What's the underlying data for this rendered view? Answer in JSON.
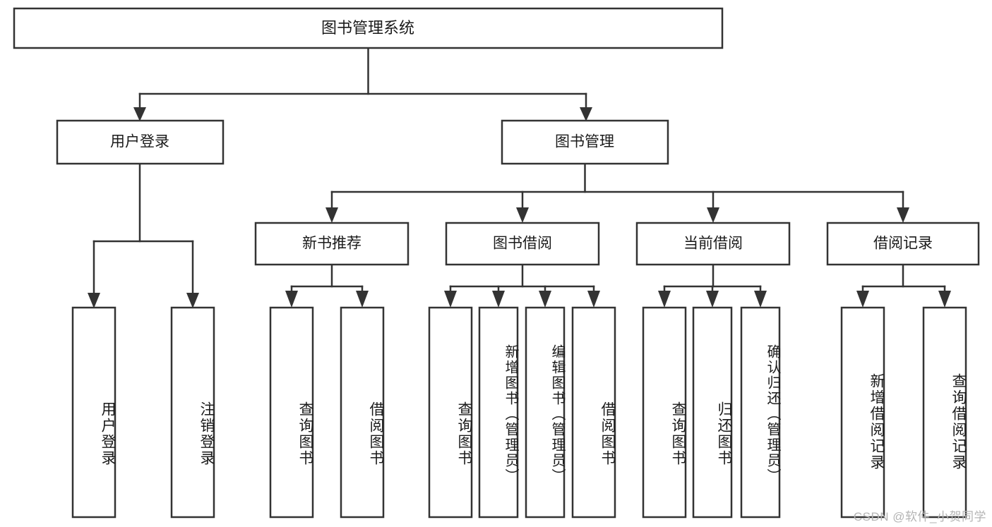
{
  "diagram": {
    "type": "tree-hierarchy",
    "title": "图书管理系统",
    "root": {
      "label": "图书管理系统"
    },
    "level2": [
      {
        "label": "用户登录"
      },
      {
        "label": "图书管理"
      }
    ],
    "level3": [
      {
        "label": "新书推荐"
      },
      {
        "label": "图书借阅"
      },
      {
        "label": "当前借阅"
      },
      {
        "label": "借阅记录"
      }
    ],
    "leaves": [
      {
        "label": "用户登录",
        "parent": "用户登录"
      },
      {
        "label": "注销登录",
        "parent": "用户登录"
      },
      {
        "label": "查询图书",
        "parent": "新书推荐"
      },
      {
        "label": "借阅图书",
        "parent": "新书推荐"
      },
      {
        "label": "查询图书",
        "parent": "图书借阅"
      },
      {
        "label": "新增图书（管理员）",
        "parent": "图书借阅"
      },
      {
        "label": "编辑图书（管理员）",
        "parent": "图书借阅"
      },
      {
        "label": "借阅图书",
        "parent": "图书借阅"
      },
      {
        "label": "查询图书",
        "parent": "当前借阅"
      },
      {
        "label": "归还图书",
        "parent": "当前借阅"
      },
      {
        "label": "确认归还（管理员）",
        "parent": "当前借阅"
      },
      {
        "label": "新增借阅记录",
        "parent": "借阅记录"
      },
      {
        "label": "查询借阅记录",
        "parent": "借阅记录"
      }
    ],
    "colors": {
      "stroke": "#333333",
      "fill": "#ffffff",
      "text": "#1a1a1a",
      "watermark": "#b4b4b4",
      "background": "#ffffff"
    }
  },
  "watermark": {
    "text": "CSDN @软件_小贺同学"
  }
}
